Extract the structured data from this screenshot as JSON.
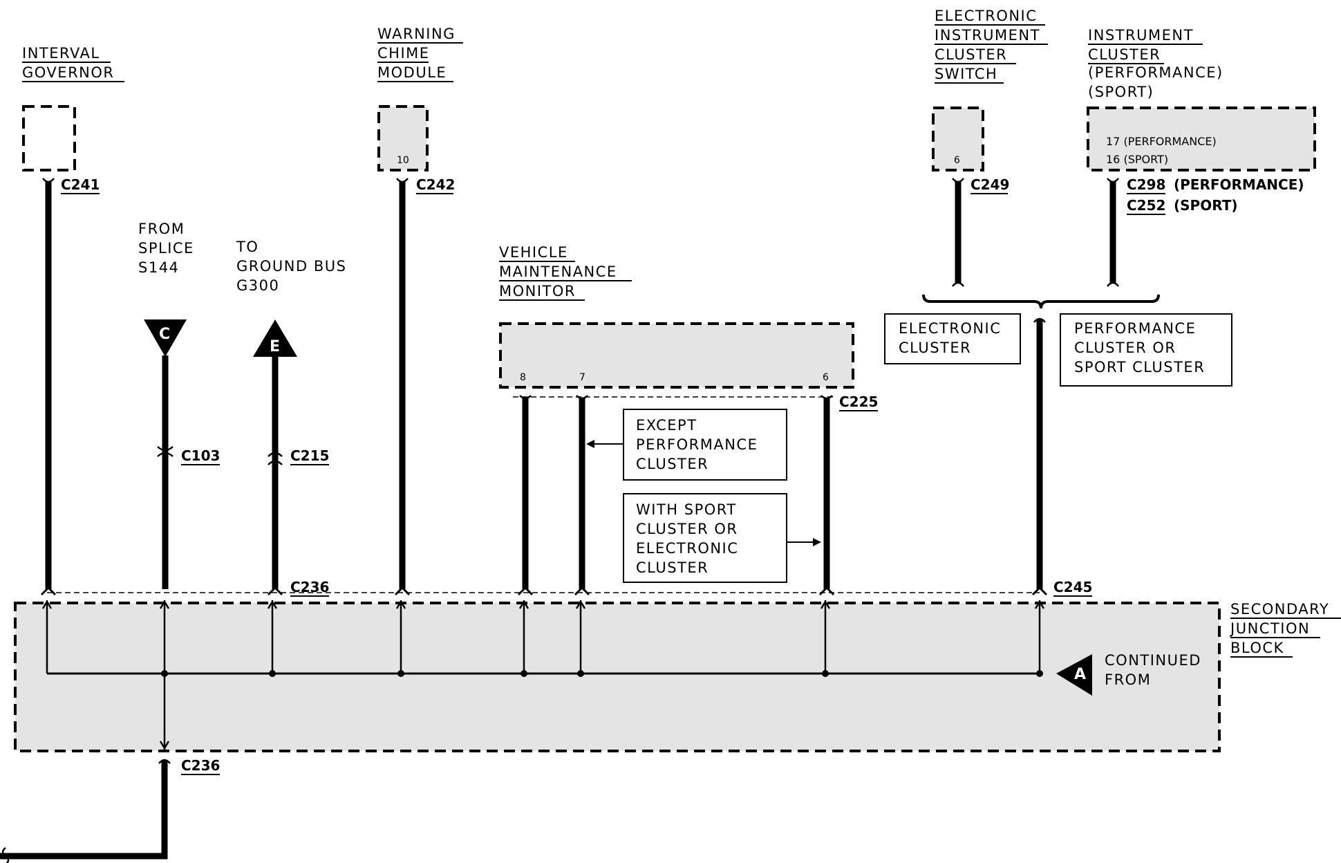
{
  "labels": {
    "interval_governor": [
      "INTERVAL",
      "GOVERNOR"
    ],
    "warning_chime": [
      "WARNING",
      "CHIME",
      "MODULE"
    ],
    "eic_switch": [
      "ELECTRONIC",
      "INSTRUMENT",
      "CLUSTER",
      "SWITCH"
    ],
    "instrument_cluster": [
      "INSTRUMENT",
      "CLUSTER",
      "(PERFORMANCE)",
      "(SPORT)"
    ],
    "from_splice": [
      "FROM",
      "SPLICE",
      "S144"
    ],
    "to_ground_bus": [
      "TO",
      "GROUND BUS",
      "G300"
    ],
    "vmm": [
      "VEHICLE",
      "MAINTENANCE",
      "MONITOR"
    ],
    "electronic_cluster": [
      "ELECTRONIC",
      "CLUSTER"
    ],
    "perf_sport_cluster": [
      "PERFORMANCE",
      "CLUSTER OR",
      "SPORT CLUSTER"
    ],
    "except_perf": [
      "EXCEPT",
      "PERFORMANCE",
      "CLUSTER"
    ],
    "with_sport": [
      "WITH SPORT",
      "CLUSTER OR",
      "ELECTRONIC",
      "CLUSTER"
    ],
    "sjb": [
      "SECONDARY",
      "JUNCTION",
      "BLOCK"
    ],
    "continued_from": [
      "CONTINUED",
      "FROM"
    ]
  },
  "connectors": {
    "c241": "C241",
    "c242": "C242",
    "c249": "C249",
    "c298": "C298",
    "c298_note": "(PERFORMANCE)",
    "c252": "C252",
    "c252_note": "(SPORT)",
    "c103": "C103",
    "c215": "C215",
    "c236_top": "C236",
    "c225": "C225",
    "c245": "C245",
    "c236_bottom": "C236"
  },
  "pins": {
    "chime": "10",
    "eic_switch": "6",
    "cluster_perf": "17 (PERFORMANCE)",
    "cluster_sport": "16 (SPORT)",
    "vmm_a": "8",
    "vmm_b": "7",
    "vmm_c": "6"
  },
  "markers": {
    "c": "C",
    "e": "E",
    "a": "A"
  }
}
